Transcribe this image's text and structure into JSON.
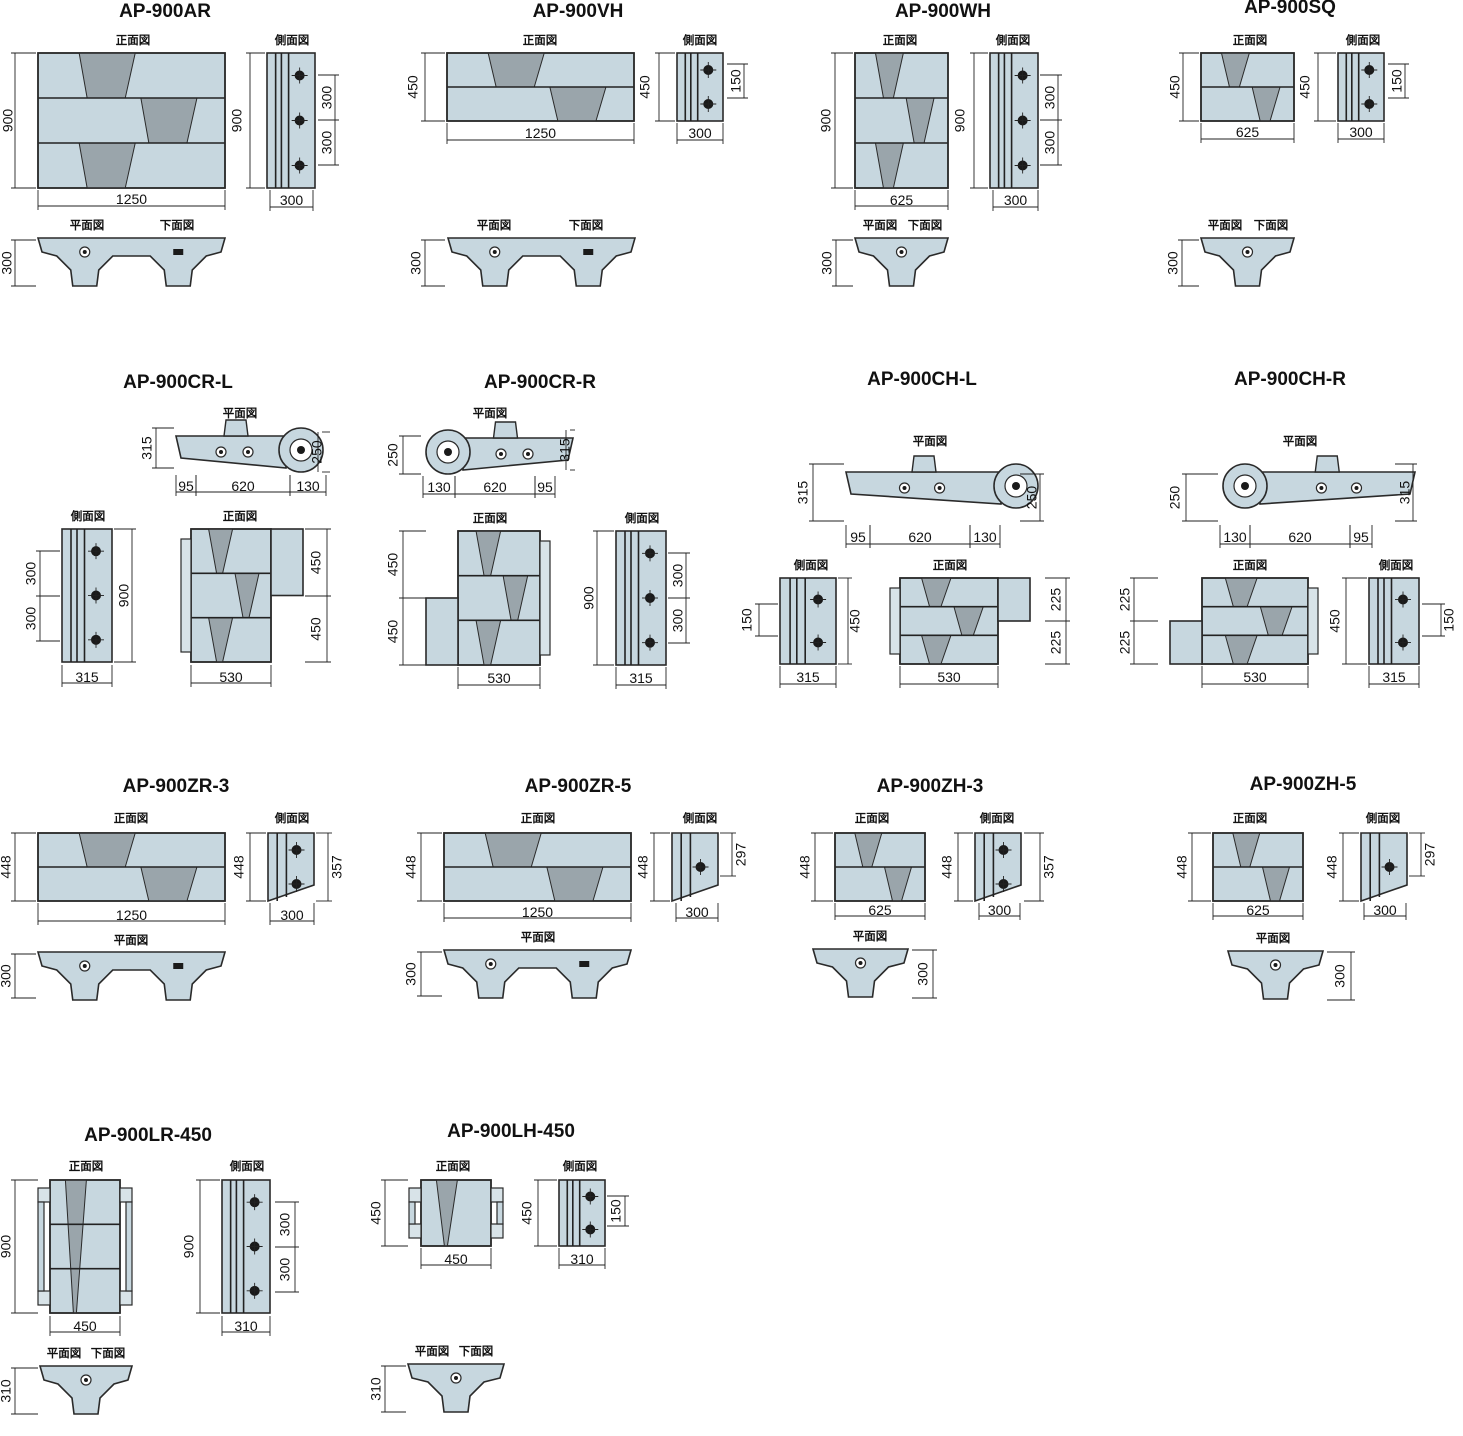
{
  "view_labels": {
    "front": "正面図",
    "side": "側面図",
    "plan": "平面図",
    "bottom": "下面図"
  },
  "colors": {
    "tile_light": "#c7d7df",
    "tile_dark": "#9aa5ab",
    "outline": "#2a2a2a",
    "bolt_hole": "#1a1a1a"
  },
  "models": [
    {
      "id": "ap-900ar",
      "title": "AP-900AR",
      "dims": [
        "900",
        "1250",
        "900",
        "300",
        "300",
        "300",
        "300"
      ]
    },
    {
      "id": "ap-900vh",
      "title": "AP-900VH",
      "dims": [
        "450",
        "1250",
        "450",
        "150",
        "300",
        "300"
      ]
    },
    {
      "id": "ap-900wh",
      "title": "AP-900WH",
      "dims": [
        "900",
        "625",
        "900",
        "300",
        "300",
        "300",
        "300"
      ]
    },
    {
      "id": "ap-900sq",
      "title": "AP-900SQ",
      "dims": [
        "450",
        "625",
        "450",
        "150",
        "300",
        "300"
      ]
    },
    {
      "id": "ap-900cr-l",
      "title": "AP-900CR-L",
      "dims": [
        "315",
        "250",
        "95",
        "620",
        "130",
        "300",
        "300",
        "900",
        "315",
        "450",
        "450",
        "530"
      ]
    },
    {
      "id": "ap-900cr-r",
      "title": "AP-900CR-R",
      "dims": [
        "250",
        "315",
        "130",
        "620",
        "95",
        "450",
        "450",
        "530",
        "900",
        "300",
        "300",
        "315"
      ]
    },
    {
      "id": "ap-900ch-l",
      "title": "AP-900CH-L",
      "dims": [
        "315",
        "250",
        "95",
        "620",
        "130",
        "150",
        "450",
        "315",
        "225",
        "225",
        "530"
      ]
    },
    {
      "id": "ap-900ch-r",
      "title": "AP-900CH-R",
      "dims": [
        "250",
        "315",
        "130",
        "620",
        "95",
        "225",
        "225",
        "530",
        "450",
        "150",
        "315"
      ]
    },
    {
      "id": "ap-900zr-3",
      "title": "AP-900ZR-3",
      "dims": [
        "448",
        "1250",
        "448",
        "357",
        "300",
        "300"
      ]
    },
    {
      "id": "ap-900zr-5",
      "title": "AP-900ZR-5",
      "dims": [
        "448",
        "1250",
        "448",
        "297",
        "300",
        "300"
      ]
    },
    {
      "id": "ap-900zh-3",
      "title": "AP-900ZH-3",
      "dims": [
        "448",
        "625",
        "448",
        "357",
        "300",
        "300"
      ]
    },
    {
      "id": "ap-900zh-5",
      "title": "AP-900ZH-5",
      "dims": [
        "448",
        "625",
        "448",
        "297",
        "300",
        "300"
      ]
    },
    {
      "id": "ap-900lr-450",
      "title": "AP-900LR-450",
      "dims": [
        "900",
        "450",
        "900",
        "300",
        "300",
        "310",
        "310"
      ]
    },
    {
      "id": "ap-900lh-450",
      "title": "AP-900LH-450",
      "dims": [
        "450",
        "450",
        "450",
        "150",
        "310",
        "310"
      ]
    }
  ]
}
